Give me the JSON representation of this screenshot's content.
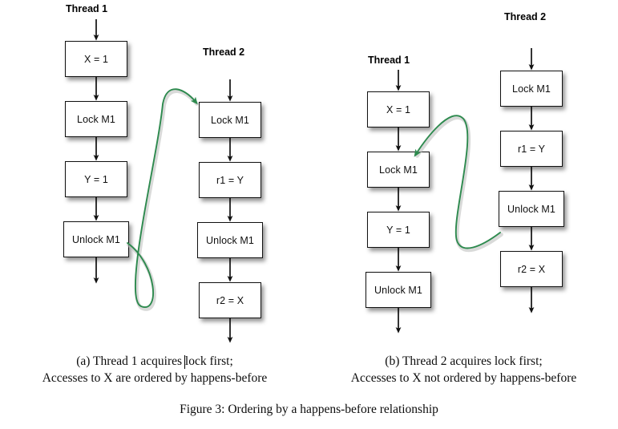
{
  "figure": {
    "caption": "Figure 3: Ordering by a happens-before relationship",
    "accent_green": "#2d8a4e",
    "line_black": "#111111",
    "background": "#ffffff"
  },
  "panels": [
    {
      "id": "a",
      "caption_line1": "(a) Thread 1 acquires lock first;",
      "caption_line2": "Accesses to X are ordered by happens-before",
      "threads": [
        {
          "title": "Thread 1",
          "nodes": [
            {
              "label": "X = 1"
            },
            {
              "label": "Lock M1"
            },
            {
              "label": "Y = 1"
            },
            {
              "label": "Unlock M1"
            }
          ]
        },
        {
          "title": "Thread 2",
          "nodes": [
            {
              "label": "Lock M1"
            },
            {
              "label": "r1 = Y"
            },
            {
              "label": "Unlock M1"
            },
            {
              "label": "r2 = X"
            }
          ]
        }
      ],
      "happens_before_edge": {
        "from": "Thread 1 Unlock M1",
        "to": "Thread 2 Lock M1"
      }
    },
    {
      "id": "b",
      "caption_line1": "(b) Thread 2 acquires lock first;",
      "caption_line2": "Accesses to X not ordered by happens-before",
      "threads": [
        {
          "title": "Thread 1",
          "nodes": [
            {
              "label": "X = 1"
            },
            {
              "label": "Lock M1"
            },
            {
              "label": "Y = 1"
            },
            {
              "label": "Unlock M1"
            }
          ]
        },
        {
          "title": "Thread 2",
          "nodes": [
            {
              "label": "Lock M1"
            },
            {
              "label": "r1 = Y"
            },
            {
              "label": "Unlock M1"
            },
            {
              "label": "r2 = X"
            }
          ]
        }
      ],
      "happens_before_edge": {
        "from": "Thread 2 Unlock M1",
        "to": "Thread 1 Lock M1"
      }
    }
  ]
}
